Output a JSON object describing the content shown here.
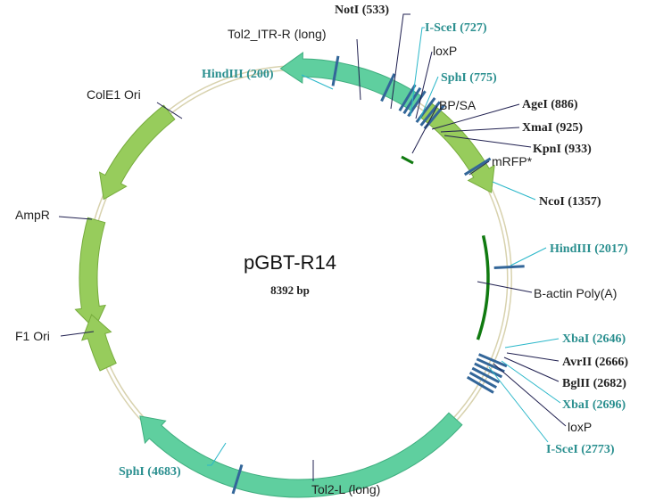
{
  "plasmid": {
    "name": "pGBT-R14",
    "size": "8392 bp"
  },
  "colors": {
    "backbone": "#d8d2ae",
    "feature_teal": "#5fcf9f",
    "feature_teal_edge": "#3fae7f",
    "feature_green": "#97cc5c",
    "feature_green_edge": "#76ab3c",
    "marker_blue": "#336699",
    "polyA_green": "#107a10",
    "site_teal": "#2a8f8f",
    "site_dark": "#222222",
    "leader_dark": "#202050",
    "leader_teal": "#2ab7c9"
  },
  "features": [
    {
      "id": "tol2-itr-r",
      "label": "Tol2_ITR-R (long)"
    },
    {
      "id": "colE1-ori",
      "label": "ColE1 Ori"
    },
    {
      "id": "ampR",
      "label": "AmpR"
    },
    {
      "id": "f1-ori",
      "label": "F1 Ori"
    },
    {
      "id": "tol2-l",
      "label": "Tol2-L (long)"
    },
    {
      "id": "mrfp",
      "label": "mRFP*"
    },
    {
      "id": "bactin-polyA",
      "label": "B-actin Poly(A)"
    },
    {
      "id": "loxp-1",
      "label": "loxP"
    },
    {
      "id": "bp-sa",
      "label": "BP/SA"
    },
    {
      "id": "loxp-2",
      "label": "loxP"
    }
  ],
  "sites": [
    {
      "id": "noti",
      "label": "NotI (533)",
      "style": "dark"
    },
    {
      "id": "i-scei-727",
      "label": "I-SceI (727)",
      "style": "teal"
    },
    {
      "id": "hindiii-200",
      "label": "HindIII (200)",
      "style": "teal"
    },
    {
      "id": "sphi-775",
      "label": "SphI (775)",
      "style": "teal"
    },
    {
      "id": "agei",
      "label": "AgeI (886)",
      "style": "dark"
    },
    {
      "id": "xmai",
      "label": "XmaI (925)",
      "style": "dark"
    },
    {
      "id": "kpni",
      "label": "KpnI (933)",
      "style": "dark"
    },
    {
      "id": "ncoi",
      "label": "NcoI (1357)",
      "style": "dark"
    },
    {
      "id": "hindiii-2017",
      "label": "HindIII (2017)",
      "style": "teal"
    },
    {
      "id": "xbai-2646",
      "label": "XbaI (2646)",
      "style": "teal"
    },
    {
      "id": "avrii",
      "label": "AvrII (2666)",
      "style": "dark"
    },
    {
      "id": "bglii",
      "label": "BglII (2682)",
      "style": "dark"
    },
    {
      "id": "xbai-2696",
      "label": "XbaI (2696)",
      "style": "teal"
    },
    {
      "id": "i-scei-2773",
      "label": "I-SceI (2773)",
      "style": "teal"
    },
    {
      "id": "sphi-4683",
      "label": "SphI (4683)",
      "style": "teal"
    }
  ]
}
